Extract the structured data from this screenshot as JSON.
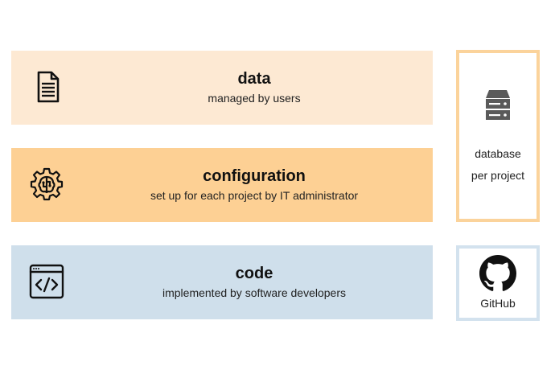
{
  "layers": {
    "data": {
      "title": "data",
      "subtitle": "managed by users",
      "color": "#fde9d3",
      "icon": "document-icon"
    },
    "configuration": {
      "title": "configuration",
      "subtitle": "set up for each project by IT administrator",
      "color": "#fdd094",
      "icon": "gear-brain-icon"
    },
    "code": {
      "title": "code",
      "subtitle": "implemented by software developers",
      "color": "#cfdfeb",
      "icon": "code-window-icon"
    }
  },
  "side": {
    "database": {
      "label_line1": "database",
      "label_line2": "per project",
      "border_color": "#fbd39b",
      "icon": "database-server-icon"
    },
    "github": {
      "label": "GitHub",
      "border_color": "#d3e2ee",
      "icon": "github-icon"
    }
  }
}
